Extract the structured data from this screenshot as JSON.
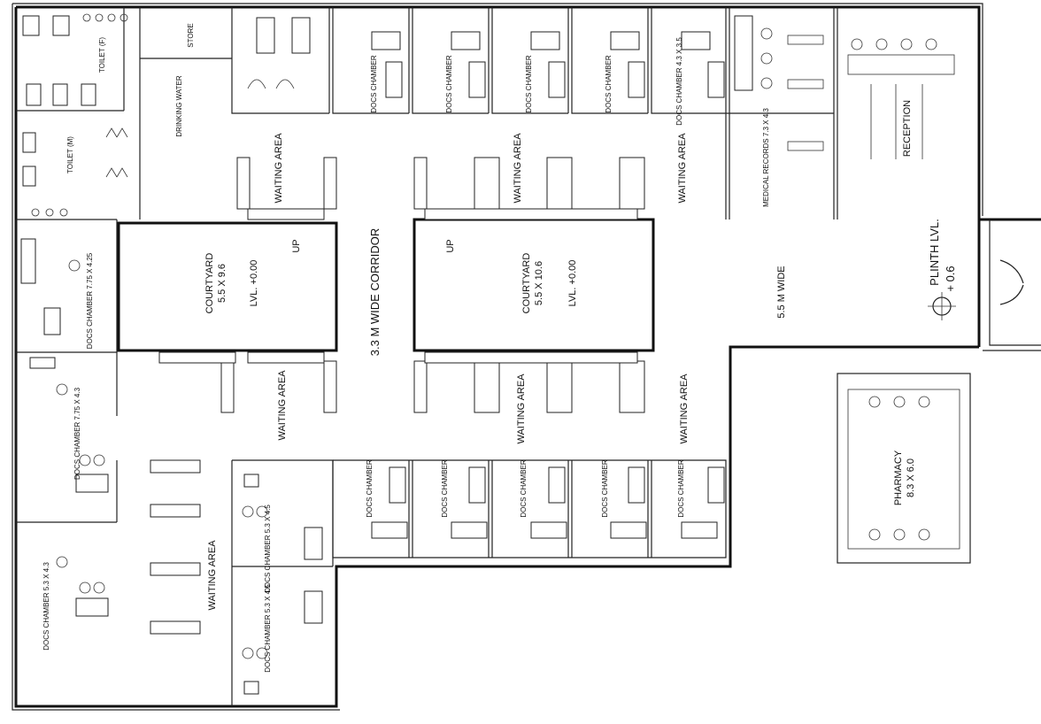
{
  "labels": {
    "toilet_f": "TOILET (F)",
    "toilet_m": "TOILET (M)",
    "store": "STORE",
    "drinking_water": "DRINKING WATER",
    "docs_chamber": "DOCS CHAMBER",
    "docs_chamber_435": "DOCS CHAMBER 4.3 X 3.5",
    "medical_records": "MEDICAL RECORDS 7.3 X 4.3",
    "reception": "RECEPTION",
    "waiting_area": "WAITING AREA",
    "courtyard_1_title": "COURTYARD",
    "courtyard_1_size": "5.5 X 9.6",
    "courtyard_1_lvl": "LVL. +0.00",
    "courtyard_2_title": "COURTYARD",
    "courtyard_2_size": "5.5 X 10.6",
    "courtyard_2_lvl": "LVL. +0.00",
    "corridor": "3.3 M WIDE CORRIDOR",
    "wide": "5.5 M WIDE",
    "plinth": "PLINTH LVL.",
    "plinth_val": "+ 0.6",
    "up": "UP",
    "pharmacy_title": "PHARMACY",
    "pharmacy_size": "8.3 X 6.0",
    "docs_775_425": "DOCS CHAMBER 7.75 X 4.25",
    "docs_775_43": "DOCS CHAMBER 7.75 X 4.3",
    "docs_53_43": "DOCS CHAMBER 5.3 X 4.3",
    "docs_53_45": "DOCS CHAMBER 5.3 X 4.5"
  }
}
